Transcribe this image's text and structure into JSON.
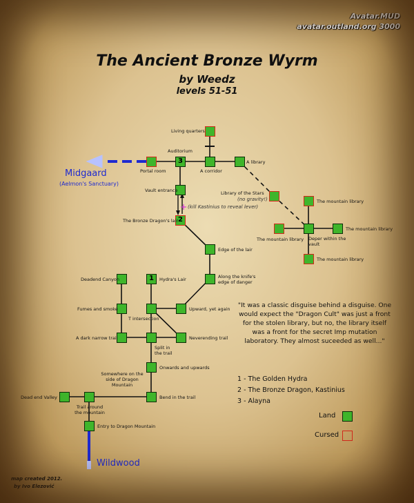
{
  "header": {
    "mud_name": "Avatar.MUD",
    "server": "avatar.outland.org 3000",
    "title": "The Ancient Bronze Wyrm",
    "author": "by Weedz",
    "levels": "levels 51-51"
  },
  "areas": {
    "north_exit": "Midgaard",
    "north_exit_sub": "(Aelmon's Sanctuary)",
    "south_exit": "Wildwood"
  },
  "rooms": [
    {
      "id": "living_quarters",
      "label": "Living quarters",
      "number": "",
      "type": "cursed"
    },
    {
      "id": "auditorium",
      "label": "Auditorium",
      "number": "3",
      "type": "land"
    },
    {
      "id": "portal_room",
      "label": "Portal room",
      "number": "",
      "type": "cursed"
    },
    {
      "id": "a_corridor",
      "label": "A corridor",
      "number": "",
      "type": "land"
    },
    {
      "id": "a_library",
      "label": "A library",
      "number": "",
      "type": "land"
    },
    {
      "id": "vault_entrance",
      "label": "Vault entrance",
      "number": "",
      "type": "land"
    },
    {
      "id": "library_of_the_stars",
      "label": "Library of the Stars",
      "number": "",
      "type": "cursed"
    },
    {
      "id": "bronze_dragons_lair",
      "label": "The Bronze Dragon's lair",
      "number": "2",
      "type": "cursed"
    },
    {
      "id": "mountain_library_ne",
      "label": "The mountain library",
      "number": "",
      "type": "cursed"
    },
    {
      "id": "mountain_library_w",
      "label": "The mountain library",
      "number": "",
      "type": "cursed"
    },
    {
      "id": "deper_within_vault",
      "label": "Deper within the vault",
      "number": "",
      "type": "land"
    },
    {
      "id": "mountain_library_e",
      "label": "The mountain library",
      "number": "",
      "type": "land"
    },
    {
      "id": "mountain_library_s",
      "label": "The mountain library",
      "number": "",
      "type": "cursed"
    },
    {
      "id": "edge_of_the_lair",
      "label": "Edge of the lair",
      "number": "",
      "type": "land"
    },
    {
      "id": "knifes_edge",
      "label": "Along the knife's edge of danger",
      "number": "",
      "type": "land"
    },
    {
      "id": "deadend_canyon",
      "label": "Deadend Canyon",
      "number": "",
      "type": "land"
    },
    {
      "id": "hydras_lair",
      "label": "Hydra's Lair",
      "number": "1",
      "type": "land"
    },
    {
      "id": "fumes_and_smoke",
      "label": "Fumes and smoke",
      "number": "",
      "type": "land"
    },
    {
      "id": "t_intersection",
      "label": "T intersection",
      "number": "",
      "type": "land"
    },
    {
      "id": "upward_yet_again",
      "label": "Upward, yet again",
      "number": "",
      "type": "land"
    },
    {
      "id": "dark_narrow_trail",
      "label": "A dark narrow trail",
      "number": "",
      "type": "land"
    },
    {
      "id": "split_in_trail",
      "label": "Split in the trail",
      "number": "",
      "type": "land"
    },
    {
      "id": "neverending_trail",
      "label": "Neverending trail",
      "number": "",
      "type": "land"
    },
    {
      "id": "onwards_and_upwards",
      "label": "Onwards and upwards",
      "number": "",
      "type": "land"
    },
    {
      "id": "side_of_mountain",
      "label": "Somewhere on the side of Dragon Mountain",
      "number": "",
      "type": "land"
    },
    {
      "id": "dead_end_valley",
      "label": "Dead end Valley",
      "number": "",
      "type": "land"
    },
    {
      "id": "trail_around_mountain",
      "label": "Trail around the mountain",
      "number": "",
      "type": "land"
    },
    {
      "id": "bend_in_trail",
      "label": "Bend in the trail",
      "number": "",
      "type": "land"
    },
    {
      "id": "entry_to_dragon_mountain",
      "label": "Entry to Dragon Mountain",
      "number": "",
      "type": "land"
    }
  ],
  "notes": {
    "library_stars_note": "(no gravity!)",
    "lever_note": "(kill Kastinius to reveal lever)"
  },
  "quote": "\"It was a classic disguise behind a disguise. One would expect the \"Dragon Cult\" was just a front for the stolen library, but no, the library itself was a front for the secret Imp mutation laboratory. They almost suceeded as well...\"",
  "legend": {
    "numbered": [
      "1 - The Golden Hydra",
      "2 - The Bronze Dragon, Kastinius",
      "3 - Alayna"
    ],
    "land_label": "Land",
    "cursed_label": "Cursed"
  },
  "credits": {
    "line1": "map created 2012.",
    "line2": "by Ivo Elezović"
  },
  "colors": {
    "land_fill": "#3fb52b",
    "land_border": "#0e2a08",
    "cursed_border": "#d2281a",
    "exit_link": "#1e2ad0",
    "lever_marker": "#d63ad6"
  }
}
